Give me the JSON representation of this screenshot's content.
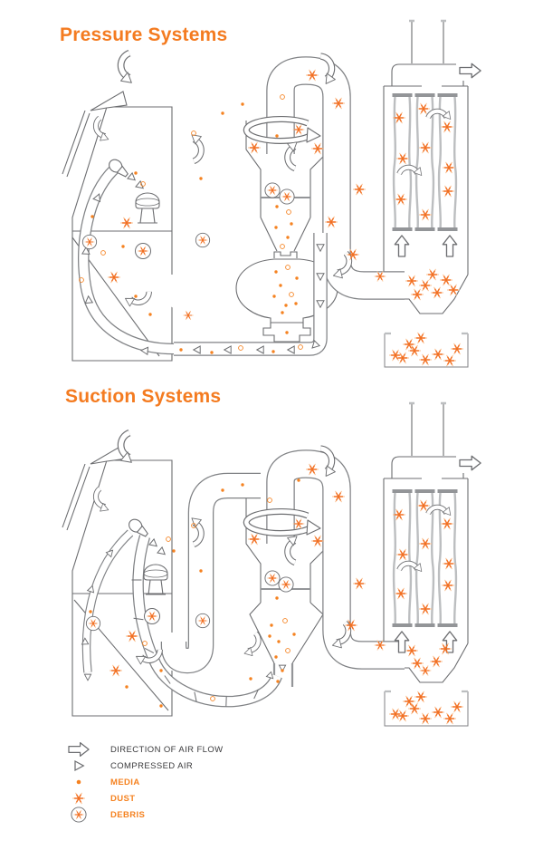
{
  "sections": [
    {
      "id": "pressure",
      "title": "Pressure Systems"
    },
    {
      "id": "suction",
      "title": "Suction Systems"
    }
  ],
  "legend": {
    "items": [
      {
        "icon": "direction-of-air-flow-arrow-icon",
        "label": "DIRECTION OF AIR FLOW",
        "color": "dark"
      },
      {
        "icon": "compressed-air-triangle-icon",
        "label": "COMPRESSED AIR",
        "color": "dark"
      },
      {
        "icon": "media-dot-icon",
        "label": "MEDIA",
        "color": "orange"
      },
      {
        "icon": "dust-asterisk-icon",
        "label": "DUST",
        "color": "orange"
      },
      {
        "icon": "debris-circle-icon",
        "label": "DEBRIS",
        "color": "orange"
      }
    ]
  },
  "colors": {
    "accent": "#F47B20",
    "symbol_orange": "#F58220",
    "symbol_halo": "#FAC090",
    "line_gray": "#6D6E71",
    "light_gray": "#BCBEC0"
  }
}
